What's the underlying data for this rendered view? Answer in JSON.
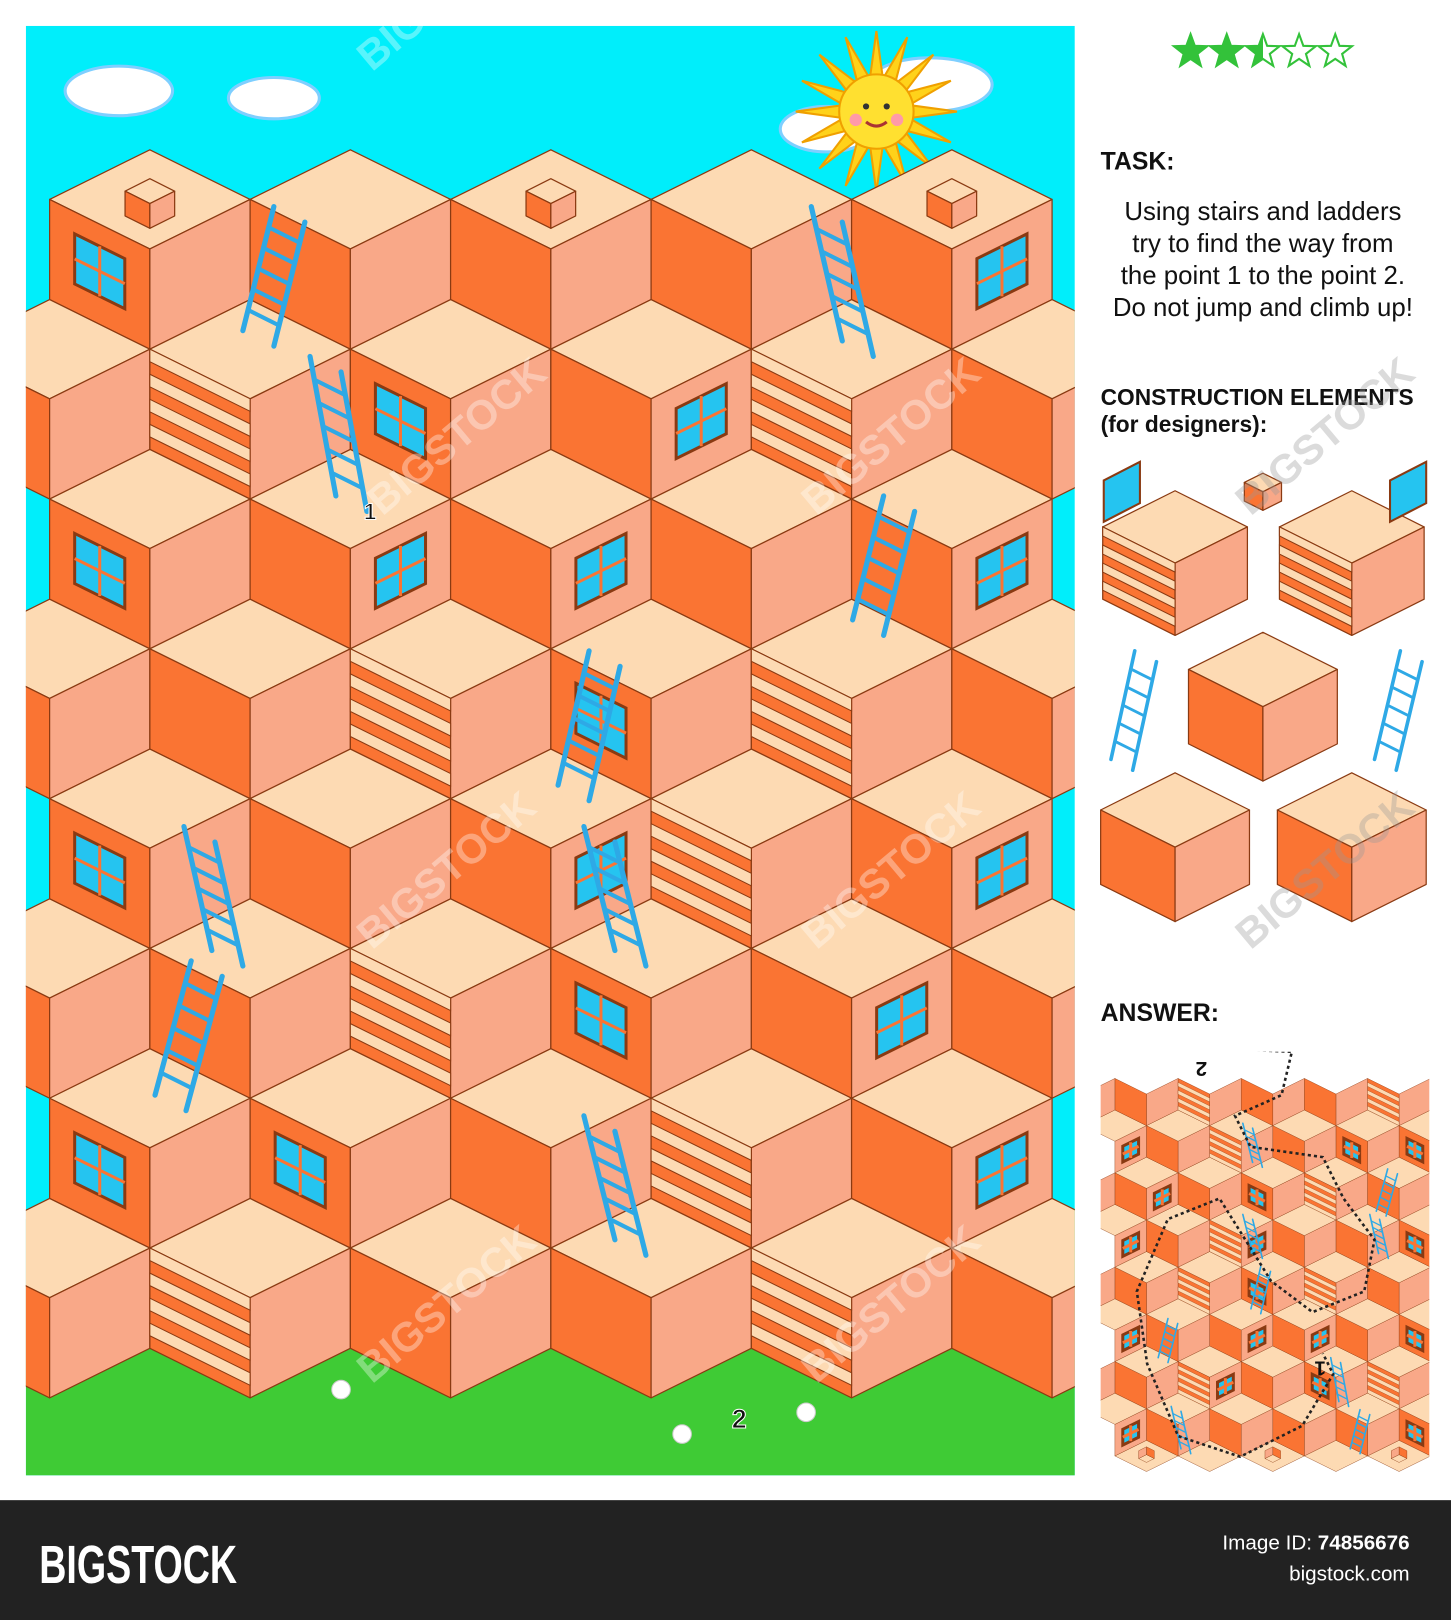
{
  "colors": {
    "sky": "#00EEFB",
    "grass": "#3FCB35",
    "block_top": "#FDDAB3",
    "block_left": "#FA7433",
    "block_right": "#F9A888",
    "outline": "#8A3A12",
    "ladder": "#2EA9E6",
    "window_glass": "#25C4F0",
    "star": "#33C23A",
    "footer_bg": "#222222"
  },
  "rating": {
    "value": 2.5,
    "max": 5
  },
  "task": {
    "heading": "TASK:",
    "lines": [
      "Using stairs and ladders",
      "try to find the way from",
      "the point 1 to the point 2.",
      "Do not jump and climb up!"
    ]
  },
  "construction": {
    "heading_line1": "CONSTRUCTION ELEMENTS",
    "heading_line2": "(for designers):"
  },
  "answer": {
    "heading": "ANSWER:"
  },
  "maze": {
    "start_label": "1",
    "end_label": "2"
  },
  "watermark": "BIGSTOCK",
  "footer": {
    "brand": "BIGSTOCK",
    "image_id_label": "Image ID:",
    "image_id": "74856676",
    "site": "bigstock.com"
  }
}
